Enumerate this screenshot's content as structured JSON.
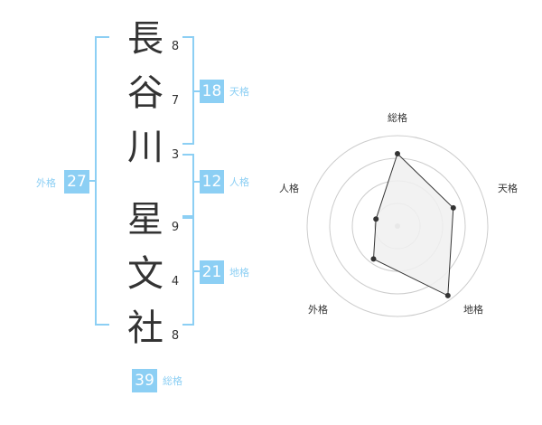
{
  "name": {
    "characters": [
      {
        "char": "長",
        "strokes": "8"
      },
      {
        "char": "谷",
        "strokes": "7"
      },
      {
        "char": "川",
        "strokes": "3"
      },
      {
        "char": "星",
        "strokes": "9"
      },
      {
        "char": "文",
        "strokes": "4"
      },
      {
        "char": "社",
        "strokes": "8"
      }
    ]
  },
  "fortunes": {
    "tenkaku": {
      "value": "18",
      "label": "天格"
    },
    "jinkaku": {
      "value": "12",
      "label": "人格"
    },
    "chikaku": {
      "value": "21",
      "label": "地格"
    },
    "gaikaku": {
      "value": "27",
      "label": "外格"
    },
    "soukaku": {
      "value": "39",
      "label": "総格"
    }
  },
  "chart_data": {
    "type": "radar",
    "axes": [
      "総格",
      "天格",
      "地格",
      "外格",
      "人格"
    ],
    "values": [
      0.8,
      0.65,
      0.95,
      0.45,
      0.25
    ],
    "range": [
      0,
      1
    ],
    "rings": 4,
    "colors": {
      "fill": "#f0f0f0",
      "stroke": "#333333",
      "grid": "#cccccc",
      "center": "#bbbbbb"
    }
  },
  "colors": {
    "accent": "#8ccff4",
    "text": "#333333"
  }
}
